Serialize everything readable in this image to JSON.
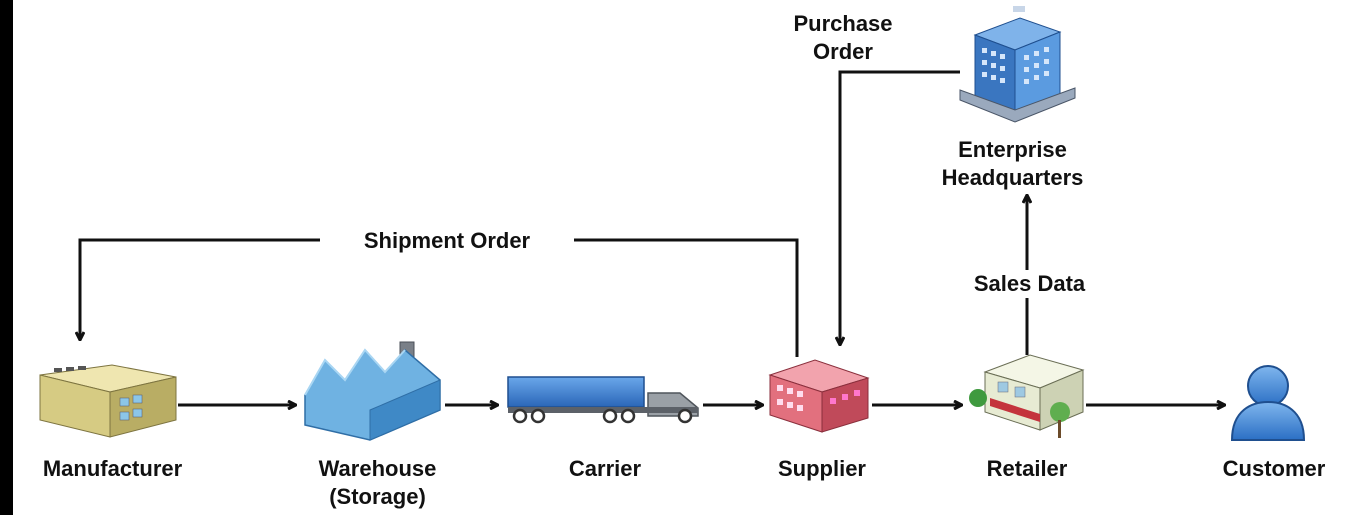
{
  "nodes": {
    "manufacturer": {
      "label": "Manufacturer"
    },
    "warehouse": {
      "label_line1": "Warehouse",
      "label_line2": "(Storage)"
    },
    "carrier": {
      "label": "Carrier"
    },
    "supplier": {
      "label": "Supplier"
    },
    "retailer": {
      "label": "Retailer"
    },
    "customer": {
      "label": "Customer"
    },
    "headquarters": {
      "label_line1": "Enterprise",
      "label_line2": "Headquarters"
    }
  },
  "edges": {
    "shipment_order": "Shipment Order",
    "purchase_order_line1": "Purchase",
    "purchase_order_line2": "Order",
    "sales_data": "Sales Data"
  },
  "colors": {
    "arrow": "#111111",
    "manufacturer": "#d9cf8e",
    "warehouse": "#5ba4d6",
    "carrier": "#3b7fd1",
    "supplier": "#e06a7a",
    "retailer": "#e9edd6",
    "customer": "#3c86d6",
    "headquarters": "#3a78c2"
  },
  "icons": {
    "manufacturer": "factory-building-icon",
    "warehouse": "warehouse-icon",
    "carrier": "truck-icon",
    "supplier": "office-building-icon",
    "retailer": "retail-store-icon",
    "customer": "person-icon",
    "headquarters": "skyscraper-icon"
  }
}
